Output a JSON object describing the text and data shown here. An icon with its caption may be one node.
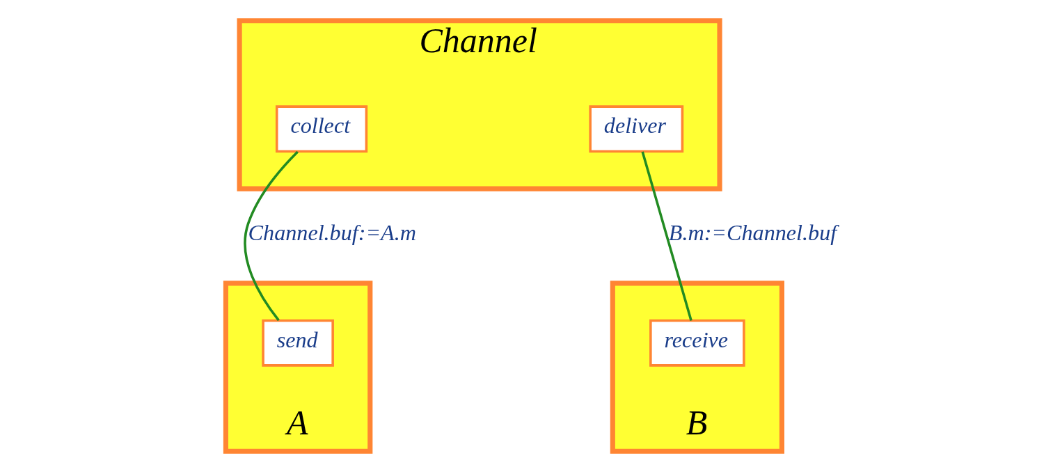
{
  "diagram": {
    "nodes": [
      {
        "text": [
          "Channel"
        ]
      },
      {
        "text": [
          "collect"
        ],
        "in": 0
      },
      {
        "text": [
          "deliver"
        ],
        "in": 0
      },
      {
        "text": [
          "A"
        ]
      },
      {
        "text": [
          "send"
        ],
        "in": 3
      },
      {
        "text": [
          "B"
        ]
      },
      {
        "text": [
          "receive"
        ],
        "in": 5
      }
    ],
    "edges": [
      {
        "from": 1,
        "to": 4,
        "arrow": "none",
        "label": "Channel.buf:=A.m"
      },
      {
        "from": 2,
        "to": 6,
        "arrow": "none",
        "label": "B.m:=Channel.buf"
      }
    ]
  }
}
